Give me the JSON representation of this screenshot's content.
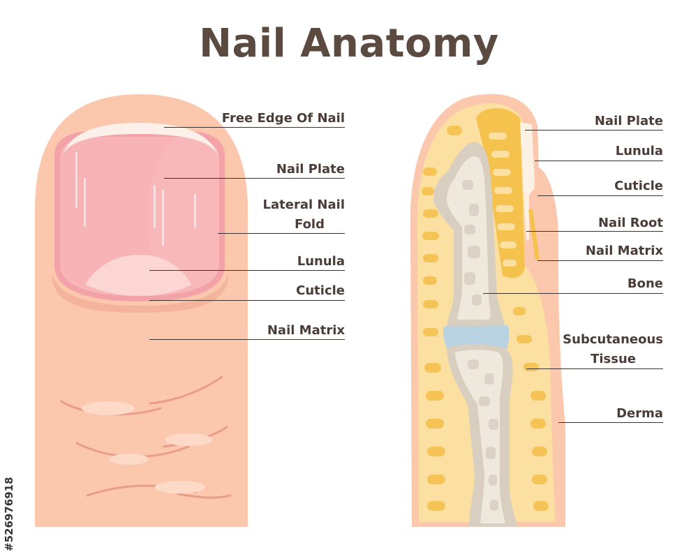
{
  "title": "Nail Anatomy",
  "left_labels": {
    "free_edge": "Free Edge Of Nail",
    "nail_plate": "Nail Plate",
    "lateral_fold_1": "Lateral Nail",
    "lateral_fold_2": "Fold",
    "lunula": "Lunula",
    "cuticle": "Cuticle",
    "nail_matrix": "Nail Matrix"
  },
  "right_labels": {
    "nail_plate": "Nail Plate",
    "lunula": "Lunula",
    "cuticle": "Cuticle",
    "nail_root": "Nail Root",
    "nail_matrix": "Nail Matrix",
    "bone": "Bone",
    "subcutaneous_1": "Subcutaneous",
    "subcutaneous_2": "Tissue",
    "derma": "Derma"
  },
  "stock_id": "#526976918",
  "colors": {
    "skin": "#fbc7ad",
    "nail": "#f7b3b6",
    "lunula": "#fbd8d3",
    "fat": "#fbe0a2",
    "fat_dark": "#f6c24e",
    "bone": "#dcd3c6",
    "bone_marrow": "#eee8dc",
    "joint": "#bad3e2",
    "text": "#4a3c36"
  }
}
